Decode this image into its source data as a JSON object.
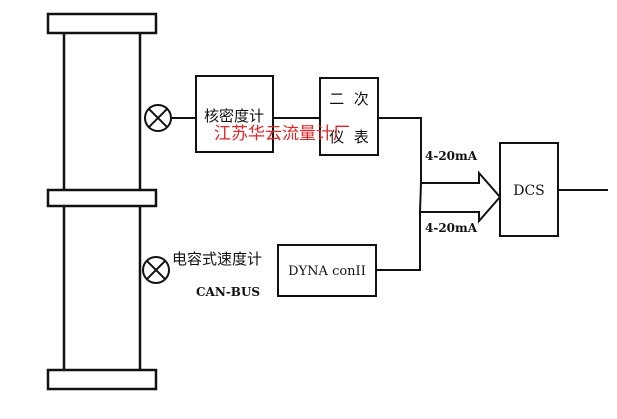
{
  "blocks": {
    "nuclear_density_meter": "核密度计",
    "secondary_instrument_top": "二  次",
    "secondary_instrument_bottom": "仪  表",
    "dcs": "DCS",
    "dyna_con": "DYNA conII"
  },
  "labels": {
    "capacitive_velocity_meter": "电容式速度计",
    "can_bus": "CAN-BUS",
    "signal_upper": "4-20mA",
    "signal_lower": "4-20mA"
  },
  "watermark": "江苏华云流量计厂",
  "colors": {
    "line": "#111111",
    "watermark": "#e0262a",
    "background": "#ffffff"
  }
}
